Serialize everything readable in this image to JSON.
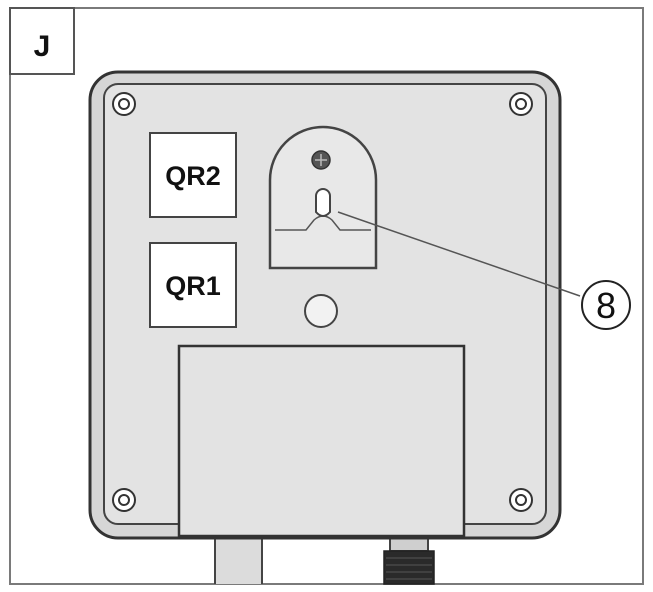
{
  "figure": {
    "panel_label": "J",
    "labels": {
      "qr2": "QR2",
      "qr1": "QR1"
    },
    "callout": "8"
  },
  "colors": {
    "housing_fill": "#e3e3e3",
    "outline": "#333333",
    "label_fill": "#ffffff"
  }
}
